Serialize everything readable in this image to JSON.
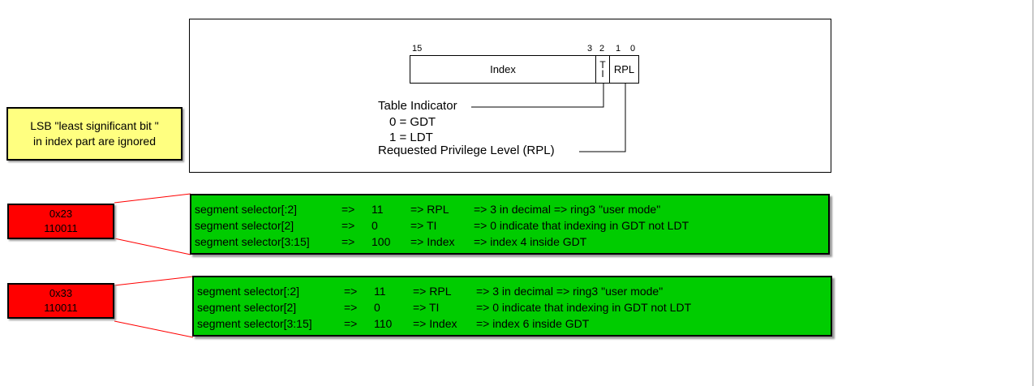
{
  "register": {
    "bit_labels": {
      "b15": "15",
      "b3": "3",
      "b2": "2",
      "b1": "1",
      "b0": "0"
    },
    "index_label": "Index",
    "ti_label_top": "T",
    "ti_label_bottom": "I",
    "rpl_label": "RPL"
  },
  "descriptions": {
    "table_indicator": "Table Indicator",
    "gdt": "0 = GDT",
    "ldt": "1 = LDT",
    "rpl": "Requested Privilege Level (RPL)"
  },
  "note": {
    "line1": "LSB \"least significant bit \"",
    "line2": "in index part are ignored",
    "color": "#ffff80"
  },
  "selectors": [
    {
      "hex": "0x23",
      "bin": "110011",
      "rows": [
        {
          "field": "segment selector[:2]",
          "arrow1": "=>",
          "value": "11",
          "name": "=> RPL",
          "meaning": "=>  3 in decimal => ring3 \"user mode\""
        },
        {
          "field": "segment selector[2]",
          "arrow1": "=>",
          "value": "0",
          "name": "=> TI",
          "meaning": "=> 0 indicate that indexing in GDT not LDT"
        },
        {
          "field": "segment selector[3:15]",
          "arrow1": "=>",
          "value": "100",
          "name": "=> Index",
          "meaning": "=> index 4 inside GDT"
        }
      ]
    },
    {
      "hex": "0x33",
      "bin": "110011",
      "rows": [
        {
          "field": "segment selector[:2]",
          "arrow1": "=>",
          "value": "11",
          "name": "=> RPL",
          "meaning": "=>  3 in decimal => ring3 \"user mode\""
        },
        {
          "field": "segment selector[2]",
          "arrow1": "=>",
          "value": "0",
          "name": "=> TI",
          "meaning": "=> 0 indicate that indexing in GDT not LDT"
        },
        {
          "field": "segment selector[3:15]",
          "arrow1": "=>",
          "value": "110",
          "name": "=> Index",
          "meaning": "=> index 6 inside GDT"
        }
      ]
    }
  ],
  "colors": {
    "red": "#ff0000",
    "green": "#00cc00",
    "connector": "#ff0000"
  }
}
